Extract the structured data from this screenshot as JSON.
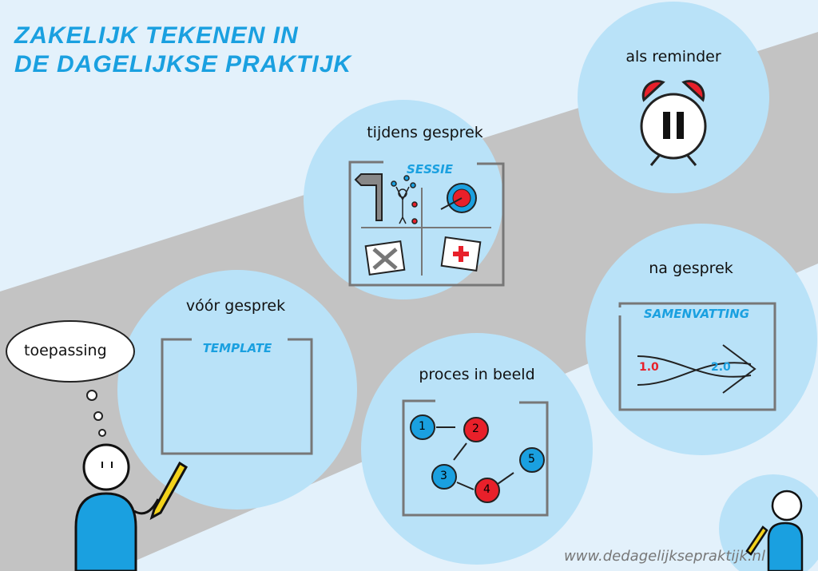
{
  "title": {
    "line1": "ZAKELIJK TEKENEN IN",
    "line2": "DE DAGELIJKSE PRAKTIJK"
  },
  "thought_bubble": "toepassing",
  "sections": {
    "before": {
      "label": "vóór gesprek",
      "card": "TEMPLATE"
    },
    "during": {
      "label": "tijdens gesprek",
      "card": "SESSIE"
    },
    "process": {
      "label": "proces in beeld",
      "steps": [
        "1",
        "2",
        "3",
        "4",
        "5"
      ]
    },
    "reminder": {
      "label": "als reminder"
    },
    "after": {
      "label": "na gesprek",
      "card": "SAMENVATTING",
      "from": "1.0",
      "to": "2.0"
    }
  },
  "footer": {
    "url": "www.dedagelijksepraktijk.nl"
  },
  "colors": {
    "background": "#e3f1fb",
    "band": "#c3c3c3",
    "circle": "#b9e2f8",
    "accent": "#1aa0e0",
    "red": "#e8202a"
  }
}
